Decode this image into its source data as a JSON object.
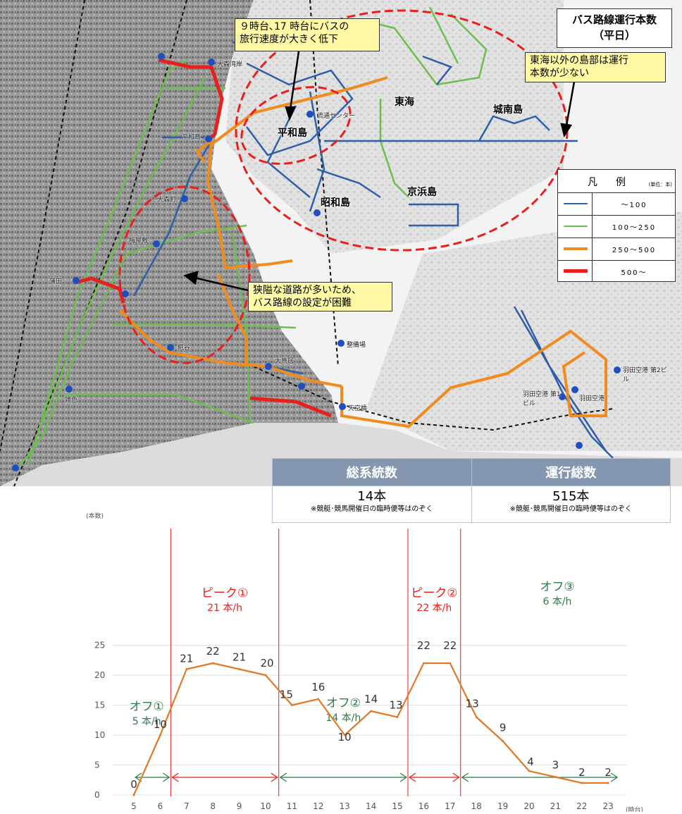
{
  "map": {
    "title_line1": "バス路線運行本数",
    "title_line2": "（平日）",
    "callout_speed_line1": "９時台､17 時台にバスの",
    "callout_speed_line2": "旅行速度が大きく低下",
    "callout_islands_line1": "東海以外の島部は運行",
    "callout_islands_line2": "本数が少ない",
    "callout_narrow_line1": "狭隘な道路が多いため、",
    "callout_narrow_line2": "バス路線の設定が困難",
    "legend": {
      "title": "凡例",
      "unit": "(単位：本)",
      "items": [
        {
          "label": "～100",
          "color": "#2f5fa8"
        },
        {
          "label": "100～250",
          "color": "#6cbf4d"
        },
        {
          "label": "250～500",
          "color": "#f08c1e"
        },
        {
          "label": "500～",
          "color": "#e8201c"
        }
      ]
    },
    "places": [
      "東海",
      "城南島",
      "平和島",
      "昭和島",
      "京浜島"
    ],
    "stops": [
      "大森湾岸",
      "流通センター",
      "平和島",
      "大森町",
      "梅屋敷",
      "蒲田",
      "雑色",
      "糀谷",
      "大鳥居",
      "整備場",
      "天空橋",
      "羽田空港 第2ビル",
      "羽田空港 第1ビル",
      "羽田空港"
    ],
    "colors": {
      "blue": "#2f5fa8",
      "green": "#6cbf4d",
      "orange": "#f08c1e",
      "red": "#e8201c",
      "highlight": "#e8201c"
    }
  },
  "summary": {
    "col1_header": "総系統数",
    "col2_header": "運行総数",
    "col1_value": "14本",
    "col2_value": "515本",
    "note": "※競艇･競馬開催日の臨時便等はのぞく"
  },
  "chart_data": {
    "type": "line",
    "ylabel": "(本数)",
    "xlabel": "(時台)",
    "x": [
      5,
      6,
      7,
      8,
      9,
      10,
      11,
      12,
      13,
      14,
      15,
      16,
      17,
      18,
      19,
      20,
      21,
      22,
      23
    ],
    "values": [
      0,
      10,
      21,
      22,
      21,
      20,
      15,
      16,
      10,
      14,
      13,
      22,
      22,
      13,
      9,
      4,
      3,
      2,
      2
    ],
    "yticks": [
      0,
      5,
      10,
      15,
      20,
      25
    ],
    "ylim": [
      0,
      25
    ],
    "xlim": [
      5,
      23
    ],
    "line_color": "#e07a2a",
    "grid": true,
    "periods": [
      {
        "name": "オフ①",
        "rate": "5 本/h",
        "start": 5,
        "end": 6.4,
        "color": "#2e7a4a"
      },
      {
        "name": "ピーク①",
        "rate": "21 本/h",
        "start": 6.4,
        "end": 10.5,
        "color": "#e8201c"
      },
      {
        "name": "オフ②",
        "rate": "14 本/h",
        "start": 10.5,
        "end": 15.4,
        "color": "#2e7a4a"
      },
      {
        "name": "ピーク②",
        "rate": "22 本/h",
        "start": 15.4,
        "end": 17.4,
        "color": "#e8201c"
      },
      {
        "name": "オフ③",
        "rate": "6 本/h",
        "start": 17.4,
        "end": 23.4,
        "color": "#2e7a4a"
      }
    ]
  }
}
